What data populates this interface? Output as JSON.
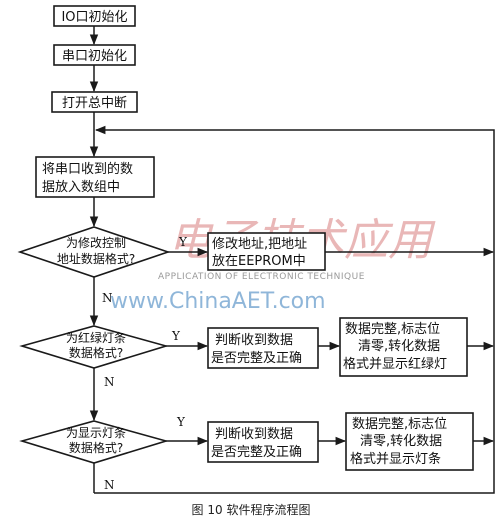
{
  "diagram": {
    "start_1": "IO口初始化",
    "start_2": "串口初始化",
    "start_3": "打开总中断",
    "receive": [
      "将串口收到的数",
      "据放入数组中"
    ],
    "decision_1": [
      "为修改控制",
      "地址数据格式?"
    ],
    "action_1": [
      "修改地址,把地址",
      "放在EEPROM中"
    ],
    "decision_2": [
      "为红绿灯条",
      "数据格式?"
    ],
    "check_2": [
      "判断收到数据",
      "是否完整及正确"
    ],
    "result_2": [
      "数据完整,标志位",
      "清零,转化数据",
      "格式并显示红绿灯"
    ],
    "decision_3": [
      "为显示灯条",
      "数据格式?"
    ],
    "check_3": [
      "判断收到数据",
      "是否完整及正确"
    ],
    "result_3": [
      "数据完整,标志位",
      "清零,转化数据",
      "格式并显示灯条"
    ],
    "yes": "Y",
    "no": "N"
  },
  "watermark": {
    "logo": "电子技术应用",
    "tagline": "APPLICATION OF ELECTRONIC TECHNIQUE",
    "url": "www.ChinaAET.com"
  },
  "caption": "图 10   软件程序流程图"
}
